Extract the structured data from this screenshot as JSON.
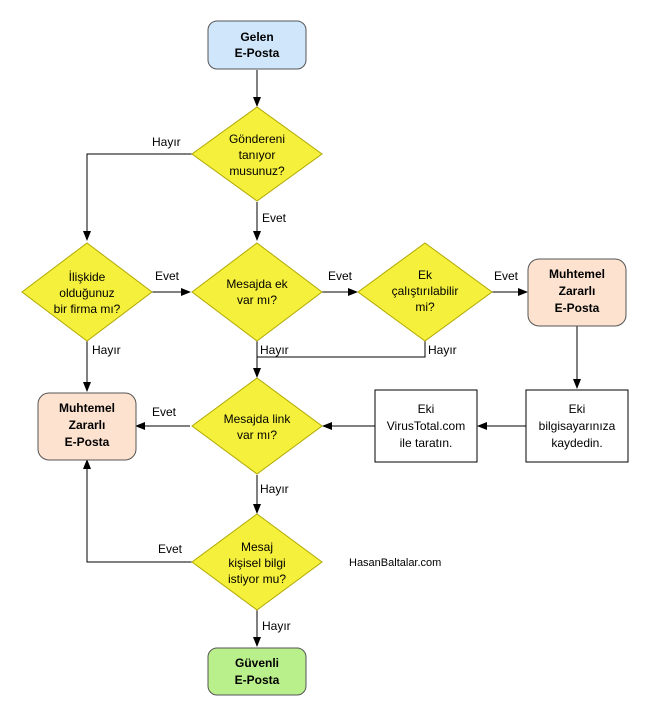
{
  "nodes": {
    "start": {
      "lines": [
        "Gelen",
        "E-Posta"
      ],
      "color": "#1f1fd0",
      "fill": "#cfe6fb"
    },
    "q_sender": {
      "lines": [
        "Göndereni",
        "tanıyor",
        "musunuz?"
      ]
    },
    "q_firm": {
      "lines": [
        "İlişkide",
        "olduğunuz",
        "bir firma mı?"
      ]
    },
    "q_attach": {
      "lines": [
        "Mesajda ek",
        "var mı?"
      ]
    },
    "q_exec": {
      "lines": [
        "Ek",
        "çalıştırılabilir",
        "mi?"
      ]
    },
    "harm_right": {
      "lines": [
        "Muhtemel",
        "Zararlı",
        "E-Posta"
      ],
      "color": "#d40000",
      "fill": "#fde2cf"
    },
    "harm_left": {
      "lines": [
        "Muhtemel",
        "Zararlı",
        "E-Posta"
      ],
      "color": "#d40000",
      "fill": "#fde2cf"
    },
    "q_link": {
      "lines": [
        "Mesajda link",
        "var mı?"
      ]
    },
    "box_virustotal": {
      "lines": [
        "Eki",
        "VirusTotal.com",
        "ile taratın."
      ]
    },
    "box_save": {
      "lines": [
        "Eki",
        "bilgisayarınıza",
        "kaydedin."
      ]
    },
    "q_personal": {
      "lines": [
        "Mesaj",
        "kişisel bilgi",
        "istiyor mu?"
      ]
    },
    "safe": {
      "lines": [
        "Güvenli",
        "E-Posta"
      ],
      "color": "#1e8a1e",
      "fill": "#b9f08c"
    }
  },
  "edge_labels": {
    "sender_no": "Hayır",
    "sender_yes": "Evet",
    "firm_yes": "Evet",
    "firm_no": "Hayır",
    "attach_yes": "Evet",
    "attach_no": "Hayır",
    "exec_yes": "Evet",
    "exec_no": "Hayır",
    "link_yes": "Evet",
    "link_no": "Hayır",
    "personal_yes": "Evet",
    "personal_no": "Hayır"
  },
  "watermark": "HasanBaltalar.com",
  "colors": {
    "diamond_fill": "#f5f03c",
    "diamond_stroke": "#b0a800",
    "line": "#000000"
  }
}
